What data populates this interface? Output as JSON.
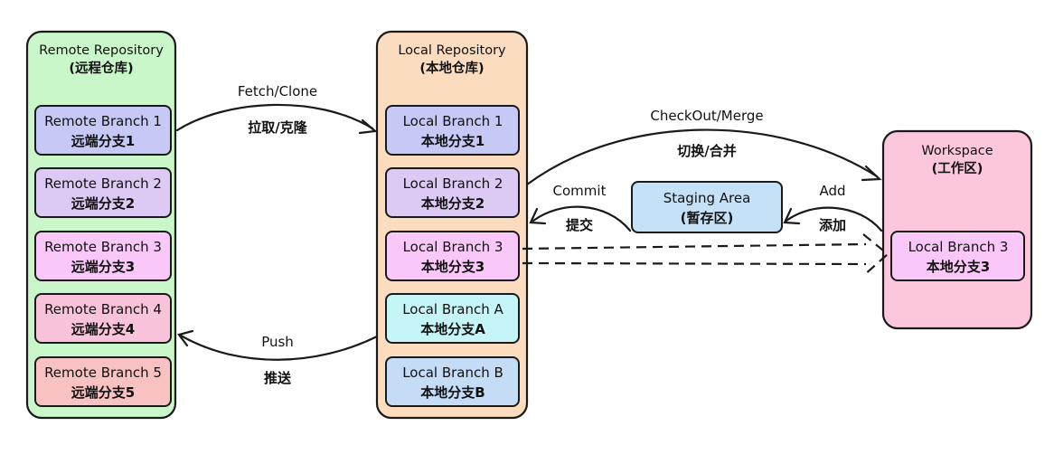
{
  "colors": {
    "remote_panel": "#c9f7c9",
    "local_panel": "#fbdcbf",
    "workspace_panel": "#fcc6dc",
    "branch_1": "#c6c8f6",
    "branch_2": "#dcc9f4",
    "branch_3": "#fac8f8",
    "branch_4": "#f9c3dc",
    "branch_5": "#f8c2c2",
    "branch_a": "#c5f5f6",
    "branch_b": "#c4dcf6",
    "staging": "#c4e1f7",
    "outline": "#1a1a1a"
  },
  "remote": {
    "title": "Remote Repository",
    "subtitle": "(远程仓库)",
    "branches": [
      {
        "name": "Remote Branch 1",
        "cn": "远端分支1",
        "color_key": "branch_1"
      },
      {
        "name": "Remote Branch 2",
        "cn": "远端分支2",
        "color_key": "branch_2"
      },
      {
        "name": "Remote Branch 3",
        "cn": "远端分支3",
        "color_key": "branch_3"
      },
      {
        "name": "Remote Branch 4",
        "cn": "远端分支4",
        "color_key": "branch_4"
      },
      {
        "name": "Remote Branch 5",
        "cn": "远端分支5",
        "color_key": "branch_5"
      }
    ]
  },
  "local": {
    "title": "Local Repository",
    "subtitle": "(本地仓库)",
    "branches": [
      {
        "name": "Local Branch 1",
        "cn": "本地分支1",
        "color_key": "branch_1"
      },
      {
        "name": "Local Branch 2",
        "cn": "本地分支2",
        "color_key": "branch_2"
      },
      {
        "name": "Local Branch 3",
        "cn": "本地分支3",
        "color_key": "branch_3"
      },
      {
        "name": "Local Branch A",
        "cn": "本地分支A",
        "color_key": "branch_a"
      },
      {
        "name": "Local Branch B",
        "cn": "本地分支B",
        "color_key": "branch_b"
      }
    ]
  },
  "workspace": {
    "title": "Workspace",
    "subtitle": "(工作区)",
    "branch": {
      "name": "Local Branch 3",
      "cn": "本地分支3"
    }
  },
  "staging": {
    "title": "Staging Area",
    "subtitle": "(暂存区)"
  },
  "edges": {
    "fetch": {
      "label": "Fetch/Clone",
      "sub": "拉取/克隆"
    },
    "push": {
      "label": "Push",
      "sub": "推送"
    },
    "checkout": {
      "label": "CheckOut/Merge",
      "sub": "切换/合并"
    },
    "commit": {
      "label": "Commit",
      "sub": "提交"
    },
    "add": {
      "label": "Add",
      "sub": "添加"
    }
  }
}
